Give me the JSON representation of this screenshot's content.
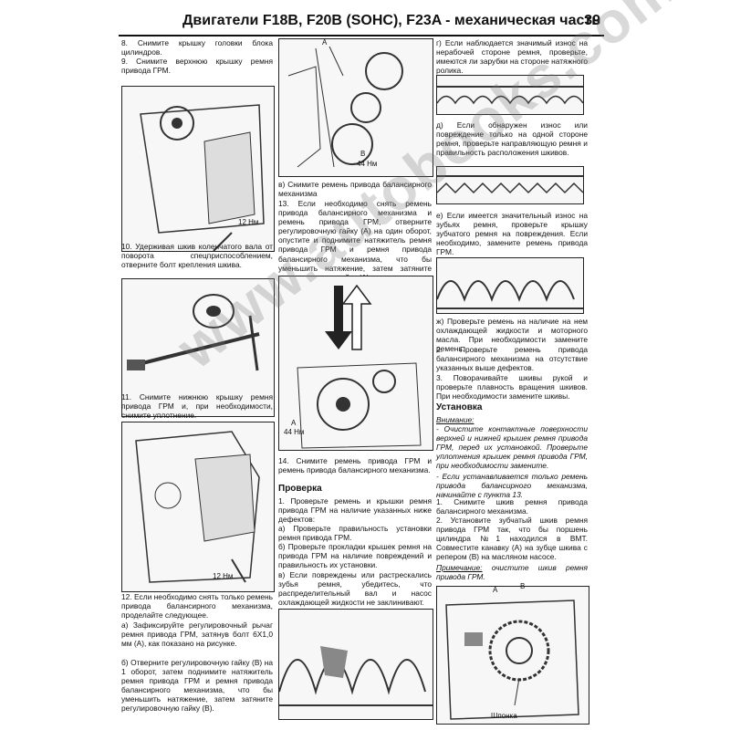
{
  "header": {
    "title": "Двигатели F18B, F20B (SOHC), F23A - механическая часть",
    "page_number": "39"
  },
  "col1": {
    "p8": "8. Снимите крышку головки блока цилиндров.",
    "p9": "9. Снимите верхнюю крышку ремня привода ГРМ.",
    "fig1_label": "12 Нм",
    "p10": "10. Удерживая шкив коленчатого вала от поворота спецприспособлением, отверните болт крепления шкива.",
    "p11": "11. Снимите нижнюю крышку ремня привода ГРМ и, при необходимости, снимите уплотнение.",
    "fig4_label": "12 Нм",
    "p12": "12. Если необходимо снять только ремень привода балансирного механизма, проделайте следующее.",
    "p12a": "а) Зафиксируйте регулировочный рычаг ремня привода ГРМ, затянув болт 6Х1,0 мм (А), как показано на рисунке.",
    "p12b": "б) Отверните регулировочную гайку (В) на 1 оборот, затем поднимите натяжитель ремня привода ГРМ и ремня привода балансирного механизма, что бы уменьшить натяжение, затем затяните регулировочную гайку (В)."
  },
  "col2": {
    "fig5_a": "А",
    "fig5_b": "В",
    "fig5_torque": "44 Нм",
    "p12v": "в) Снимите ремень привода балансирного механизма",
    "p13": "13. Если необходимо снять ремень привода балансирного механизма и ремень привода ГРМ, отверните регулировочную гайку (А) на один оборот, опустите и поднимите натяжитель ремня привода ГРМ и ремня привода балансирного механизма, что бы уменьшить натяжение, затем затяните регулировочную гайку (А).",
    "fig6_a": "А",
    "fig6_torque": "44 Нм",
    "p14": "14. Снимите ремень привода ГРМ и ремень привода балансирного механизма.",
    "check_heading": "Проверка",
    "check_p1": "1. Проверьте ремень и крышки ремня привода ГРМ на наличие указанных ниже дефектов:",
    "check_a": "а) Проверьте правильность установки ремня привода ГРМ.",
    "check_b": "б) Проверьте прокладки крышек ремня на привода ГРМ на наличие повреждений и правильность их установки.",
    "check_v": "в) Если повреждены или растрескались зубья ремня, убедитесь, что распределительный вал и насос охлаждающей жидкости не заклинивают."
  },
  "col3": {
    "check_g": "г) Если наблюдается значимый износ на нерабочей стороне ремня, проверьте, имеются ли зарубки на стороне натяжного ролика.",
    "check_d": "д) Если обнаружен износ или повреждение только на одной стороне ремня, проверьте направляющую ремня и правильность расположения шкивов.",
    "check_e": "е) Если имеется значительный износ на зубьях ремня, проверьте крышку зубчатого ремня на повреждения. Если необходимо, замените ремень привода ГРМ.",
    "check_zh": "ж) Проверьте ремень на наличие на нем охлаждающей жидкости и моторного масла. При необходимости замените ремень.",
    "check_p2": "2. Проверьте ремень привода балансирного механизма на отсутствие указанных выше дефектов.",
    "check_p3": "3. Поворачивайте шкивы рукой и проверьте плавность вращения шкивов. При необходимости замените шкивы.",
    "install_heading": "Установка",
    "attention_label": "Внимание:",
    "attention_1": "- Очистите контактные поверхности верхней и нижней крышек ремня привода ГРМ, перед их установкой. Проверьте уплотнения крышек ремня привода ГРМ, при необходимости замените.",
    "attention_2": "- Если устанавливается только ремень привода балансирного механизма, начинайте с пункта 13.",
    "install_p1": "1. Снимите шкив ремня привода балансирного механизма.",
    "install_p2": "2. Установите зубчатый шкив ремня привода ГРМ так, что бы поршень цилиндра №1 находился в ВМТ. Совместите канавку (А) на зубце шкива с репером (В) на масляном насосе.",
    "note_label": "Примечание:",
    "note_text": "очистите шкив ремня привода ГРМ.",
    "fig_last_a": "А",
    "fig_last_b": "В",
    "fig_last_key": "Шпонка"
  },
  "watermark": "www.autobooks.com.ua"
}
